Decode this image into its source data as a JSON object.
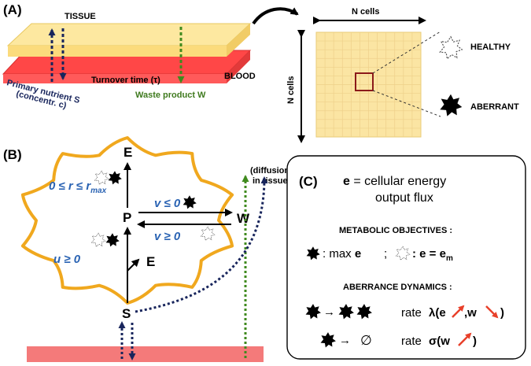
{
  "panel_a": {
    "label": "(A)",
    "tissue": "TISSUE",
    "blood": "BLOOD",
    "turnover": "Turnover time (τ)",
    "waste": "Waste product W",
    "nutrient_line1": "Primary nutrient S",
    "nutrient_line2": "(concentr. c)",
    "grid_top": "N cells",
    "grid_side": "N cells",
    "healthy": "HEALTHY",
    "aberrant": "ABERRANT"
  },
  "panel_b": {
    "label": "(B)",
    "node_e_top": "E",
    "node_p": "P",
    "node_e_side": "E",
    "node_w": "W",
    "node_s": "S",
    "diffusion_line1": "(diffusion",
    "diffusion_line2": "in tissue)",
    "r_constraint": "0 ≤ r ≤ r",
    "r_sub": "max",
    "v_upper": "v ≤ 0",
    "v_lower": "v ≥ 0",
    "u_constraint": "u ≥ 0"
  },
  "panel_c": {
    "label": "(C)",
    "e_symbol": "e",
    "e_def_rest": " = cellular energy",
    "e_def_line2": "output flux",
    "metabolic_header": "METABOLIC OBJECTIVES :",
    "aberrant_obj_prefix": ": max ",
    "aberrant_obj_var": "e",
    "separator": ";",
    "healthy_obj": ": e = e",
    "healthy_obj_sub": "m",
    "dynamics_header": "ABERRANCE DYNAMICS :",
    "arrow": "→",
    "rate_word": "rate",
    "birth_rate_open": "λ(e",
    "birth_rate_mid": ",w",
    "birth_rate_close": ")",
    "empty_set": "∅",
    "death_rate_open": "σ(w",
    "death_rate_close": ")"
  },
  "colors": {
    "tissue_fill": "#fbe79c",
    "blood_fill": "#f04a4a",
    "grid_fill": "#fbe5a3",
    "cell_border": "#f0a81e",
    "blue_text": "#2a63b3",
    "navy_arrow": "#18255c",
    "green_arrow": "#3f8a1e",
    "red_trend_arrow": "#e8402a",
    "highlight_square": "#8b1a1a"
  }
}
